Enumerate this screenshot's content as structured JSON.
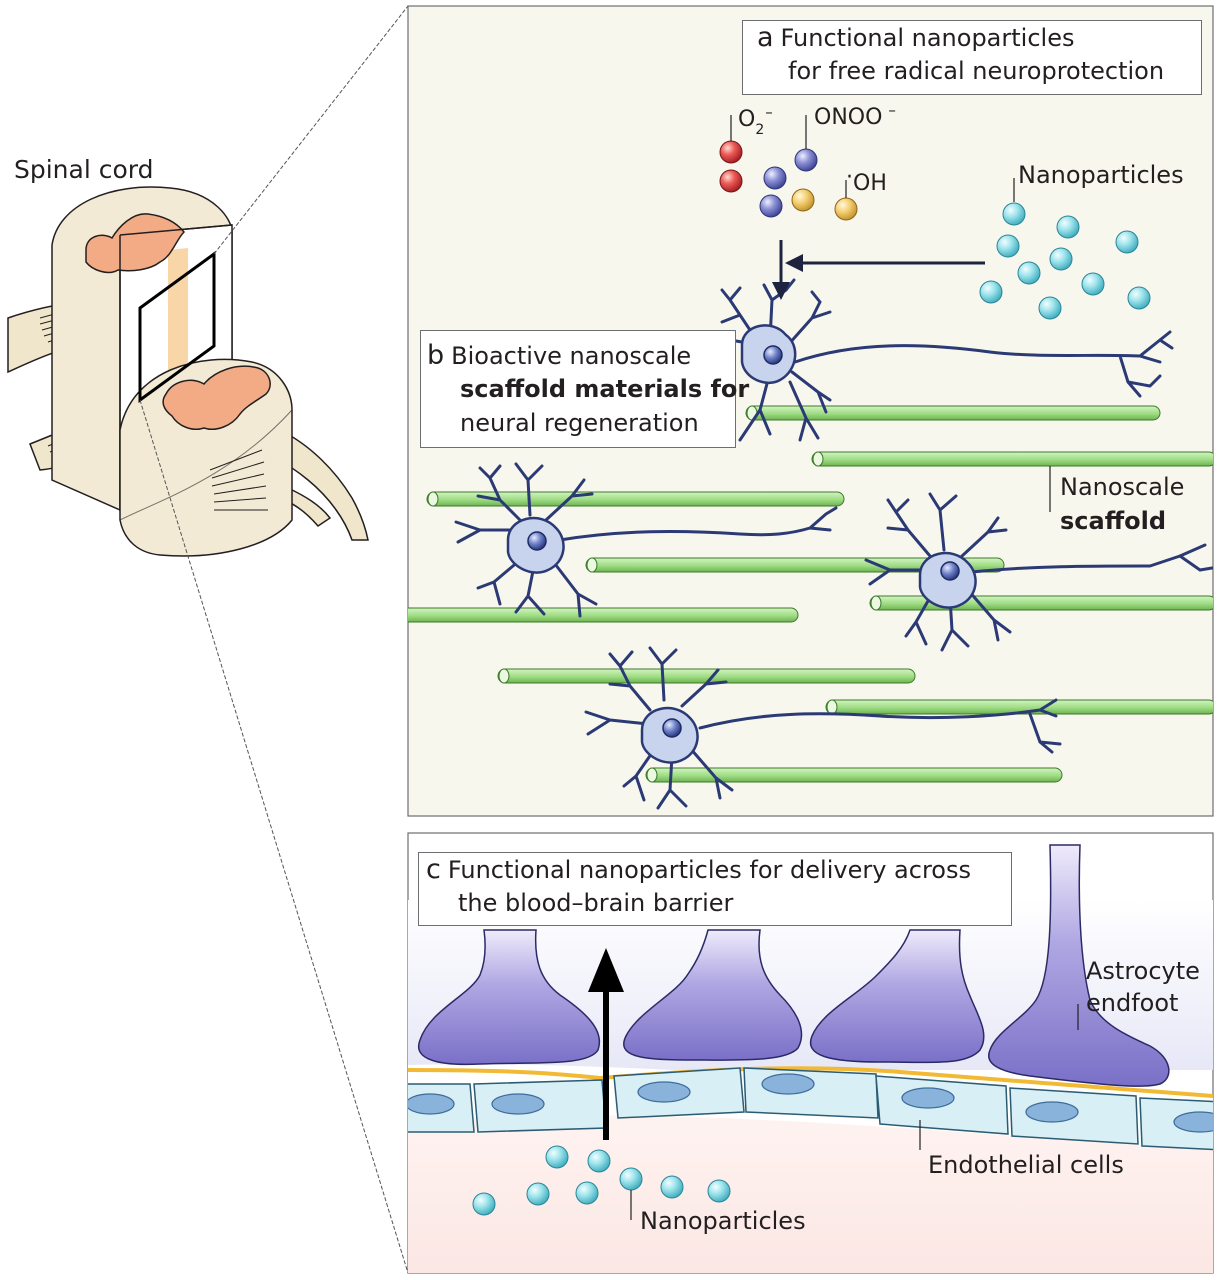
{
  "spinal_cord": {
    "label": "Spinal cord"
  },
  "panel_a": {
    "letter": "a",
    "title_line1": "Functional nanoparticles",
    "title_line2": "for free radical neuroprotection",
    "radicals": {
      "superoxide_base": "O",
      "superoxide_sub": "2",
      "superoxide_sup": "–",
      "peroxynitrite": "ONOO",
      "peroxynitrite_sup": "–",
      "hydroxyl_dot": "·",
      "hydroxyl": "OH"
    },
    "nanoparticles_label": "Nanoparticles"
  },
  "panel_b": {
    "letter": "b",
    "title_line1": "Bioactive nanoscale",
    "title_line2_bold": "scaffold materials for",
    "title_line3": "neural regeneration",
    "scaffold_label_line1": "Nanoscale",
    "scaffold_label_line2": "scaffold"
  },
  "panel_c": {
    "letter": "c",
    "title_line1": "Functional nanoparticles for delivery across",
    "title_line2": "the blood–brain barrier",
    "astrocyte_line1": "Astrocyte",
    "astrocyte_line2": "endfoot",
    "endothelial_label": "Endothelial cells",
    "nanoparticles_label": "Nanoparticles"
  },
  "colors": {
    "panel_bg": "#f8f7ee",
    "scaffold_green": "#9fdc83",
    "neuron_fill": "#c8d3ee",
    "neuron_stroke": "#2b3a75",
    "nanoparticle": "#8fdfe8",
    "superoxide_red": "#e24b4b",
    "peroxynitrite_purple": "#7e82c8",
    "hydroxyl_yellow": "#f5cf68",
    "astrocyte_purple": "#8d84d3",
    "endothelial_cyan": "#d7eff5",
    "basement_membrane": "#f2b935",
    "spinal_tissue": "#f3ead5",
    "grey_matter": "#f3ab86"
  }
}
